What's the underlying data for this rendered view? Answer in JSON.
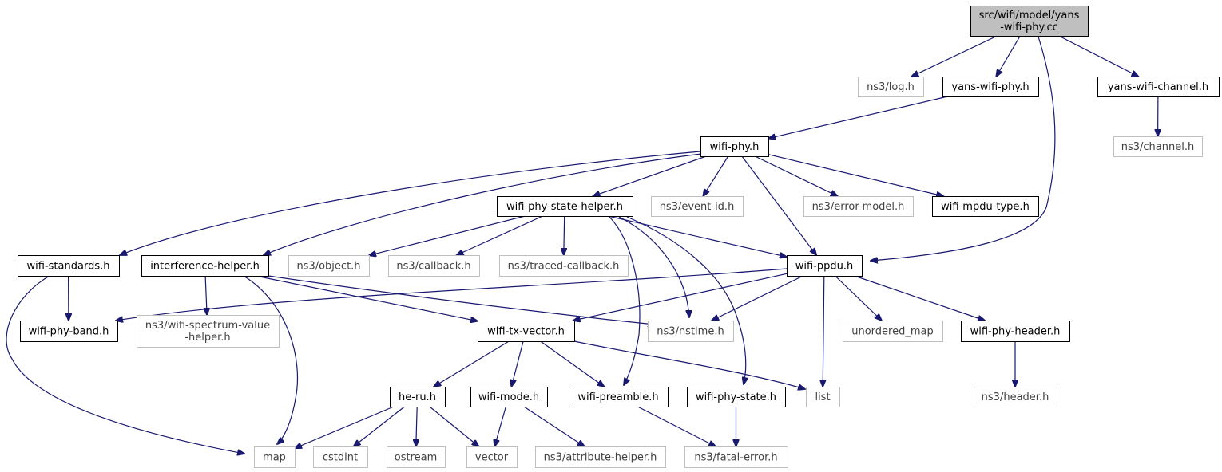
{
  "nodes": [
    {
      "id": "root",
      "lines": [
        "src/wifi/model/yans",
        "-wifi-phy.cc"
      ],
      "style": "root"
    },
    {
      "id": "log",
      "lines": [
        "ns3/log.h"
      ],
      "style": "ext"
    },
    {
      "id": "yansphy",
      "lines": [
        "yans-wifi-phy.h"
      ],
      "style": "normal"
    },
    {
      "id": "yanschan",
      "lines": [
        "yans-wifi-channel.h"
      ],
      "style": "normal"
    },
    {
      "id": "channel",
      "lines": [
        "ns3/channel.h"
      ],
      "style": "ext"
    },
    {
      "id": "wifiphy",
      "lines": [
        "wifi-phy.h"
      ],
      "style": "normal"
    },
    {
      "id": "statehelper",
      "lines": [
        "wifi-phy-state-helper.h"
      ],
      "style": "normal"
    },
    {
      "id": "eventid",
      "lines": [
        "ns3/event-id.h"
      ],
      "style": "ext"
    },
    {
      "id": "errormodel",
      "lines": [
        "ns3/error-model.h"
      ],
      "style": "ext"
    },
    {
      "id": "mpdutype",
      "lines": [
        "wifi-mpdu-type.h"
      ],
      "style": "normal"
    },
    {
      "id": "standards",
      "lines": [
        "wifi-standards.h"
      ],
      "style": "normal"
    },
    {
      "id": "interference",
      "lines": [
        "interference-helper.h"
      ],
      "style": "normal"
    },
    {
      "id": "object",
      "lines": [
        "ns3/object.h"
      ],
      "style": "ext"
    },
    {
      "id": "callback",
      "lines": [
        "ns3/callback.h"
      ],
      "style": "ext"
    },
    {
      "id": "traced",
      "lines": [
        "ns3/traced-callback.h"
      ],
      "style": "ext"
    },
    {
      "id": "ppdu",
      "lines": [
        "wifi-ppdu.h"
      ],
      "style": "normal"
    },
    {
      "id": "band",
      "lines": [
        "wifi-phy-band.h"
      ],
      "style": "normal"
    },
    {
      "id": "spectrum",
      "lines": [
        "ns3/wifi-spectrum-value",
        "-helper.h"
      ],
      "style": "ext"
    },
    {
      "id": "txvector",
      "lines": [
        "wifi-tx-vector.h"
      ],
      "style": "normal"
    },
    {
      "id": "nstime",
      "lines": [
        "ns3/nstime.h"
      ],
      "style": "ext"
    },
    {
      "id": "umap",
      "lines": [
        "unordered_map"
      ],
      "style": "ext"
    },
    {
      "id": "phyheader",
      "lines": [
        "wifi-phy-header.h"
      ],
      "style": "normal"
    },
    {
      "id": "heru",
      "lines": [
        "he-ru.h"
      ],
      "style": "normal"
    },
    {
      "id": "mode",
      "lines": [
        "wifi-mode.h"
      ],
      "style": "normal"
    },
    {
      "id": "preamble",
      "lines": [
        "wifi-preamble.h"
      ],
      "style": "normal"
    },
    {
      "id": "phystate",
      "lines": [
        "wifi-phy-state.h"
      ],
      "style": "normal"
    },
    {
      "id": "list",
      "lines": [
        "list"
      ],
      "style": "ext"
    },
    {
      "id": "header",
      "lines": [
        "ns3/header.h"
      ],
      "style": "ext"
    },
    {
      "id": "map",
      "lines": [
        "map"
      ],
      "style": "ext"
    },
    {
      "id": "cstdint",
      "lines": [
        "cstdint"
      ],
      "style": "ext"
    },
    {
      "id": "ostream",
      "lines": [
        "ostream"
      ],
      "style": "ext"
    },
    {
      "id": "vector",
      "lines": [
        "vector"
      ],
      "style": "ext"
    },
    {
      "id": "attrhelper",
      "lines": [
        "ns3/attribute-helper.h"
      ],
      "style": "ext"
    },
    {
      "id": "fatalerror",
      "lines": [
        "ns3/fatal-error.h"
      ],
      "style": "ext"
    }
  ],
  "edges": [
    [
      "root",
      "log"
    ],
    [
      "root",
      "yansphy"
    ],
    [
      "root",
      "yanschan"
    ],
    [
      "root",
      "ppdu"
    ],
    [
      "yanschan",
      "channel"
    ],
    [
      "yansphy",
      "wifiphy"
    ],
    [
      "wifiphy",
      "statehelper"
    ],
    [
      "wifiphy",
      "eventid"
    ],
    [
      "wifiphy",
      "errormodel"
    ],
    [
      "wifiphy",
      "mpdutype"
    ],
    [
      "wifiphy",
      "standards"
    ],
    [
      "wifiphy",
      "interference"
    ],
    [
      "wifiphy",
      "ppdu"
    ],
    [
      "statehelper",
      "object"
    ],
    [
      "statehelper",
      "callback"
    ],
    [
      "statehelper",
      "traced"
    ],
    [
      "statehelper",
      "ppdu"
    ],
    [
      "statehelper",
      "nstime"
    ],
    [
      "statehelper",
      "preamble"
    ],
    [
      "statehelper",
      "phystate"
    ],
    [
      "standards",
      "band"
    ],
    [
      "standards",
      "map"
    ],
    [
      "interference",
      "spectrum"
    ],
    [
      "interference",
      "txvector"
    ],
    [
      "interference",
      "nstime"
    ],
    [
      "interference",
      "map"
    ],
    [
      "ppdu",
      "band"
    ],
    [
      "ppdu",
      "txvector"
    ],
    [
      "ppdu",
      "nstime"
    ],
    [
      "ppdu",
      "umap"
    ],
    [
      "ppdu",
      "phyheader"
    ],
    [
      "ppdu",
      "list"
    ],
    [
      "phyheader",
      "header"
    ],
    [
      "txvector",
      "heru"
    ],
    [
      "txvector",
      "mode"
    ],
    [
      "txvector",
      "preamble"
    ],
    [
      "txvector",
      "list"
    ],
    [
      "heru",
      "map"
    ],
    [
      "heru",
      "cstdint"
    ],
    [
      "heru",
      "ostream"
    ],
    [
      "heru",
      "vector"
    ],
    [
      "mode",
      "vector"
    ],
    [
      "mode",
      "attrhelper"
    ],
    [
      "preamble",
      "fatalerror"
    ],
    [
      "phystate",
      "fatalerror"
    ]
  ]
}
